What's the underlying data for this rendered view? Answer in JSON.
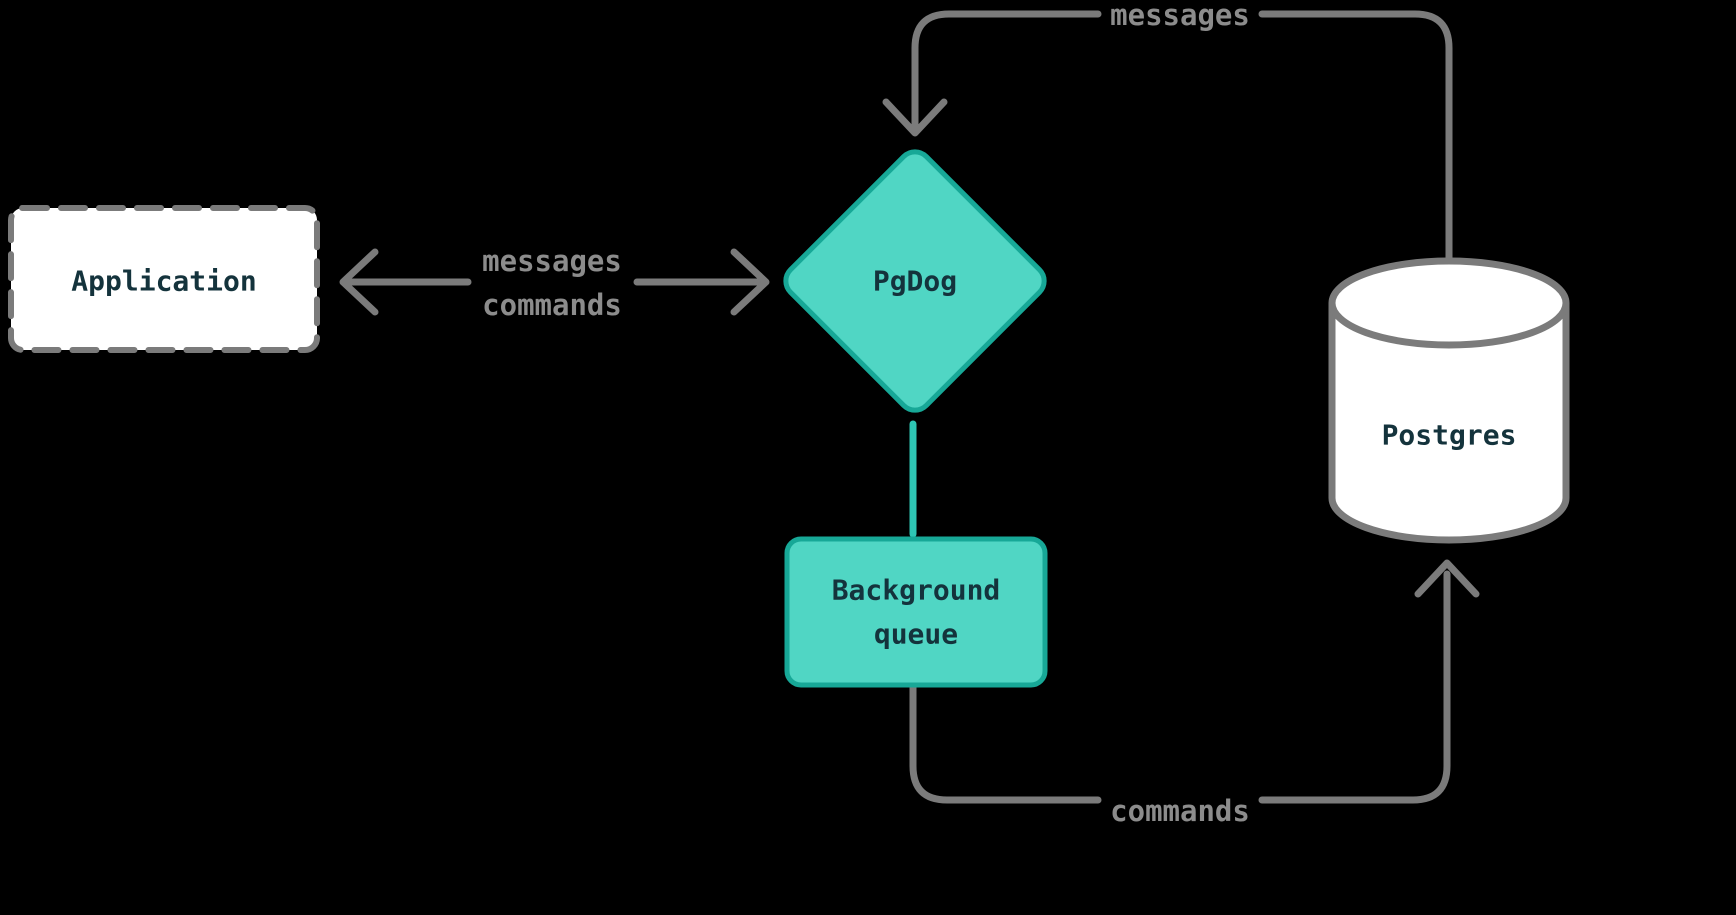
{
  "diagram": {
    "colors": {
      "background": "#000000",
      "line_gray": "#7b7b7b",
      "label_gray": "#8c8c8c",
      "node_fill": "#50d6c4",
      "node_stroke": "#17a897",
      "connector_teal": "#2ec6b4",
      "node_text": "#14333c",
      "box_fill": "#ffffff"
    },
    "nodes": {
      "application": {
        "label": "Application"
      },
      "pgdog": {
        "label": "PgDog"
      },
      "background_queue": {
        "label_line1": "Background",
        "label_line2": "queue"
      },
      "postgres": {
        "label": "Postgres"
      }
    },
    "edges": {
      "app_pgdog": {
        "label_top": "messages",
        "label_bottom": "commands"
      },
      "postgres_pgdog": {
        "label": "messages"
      },
      "queue_postgres": {
        "label": "commands"
      }
    }
  }
}
